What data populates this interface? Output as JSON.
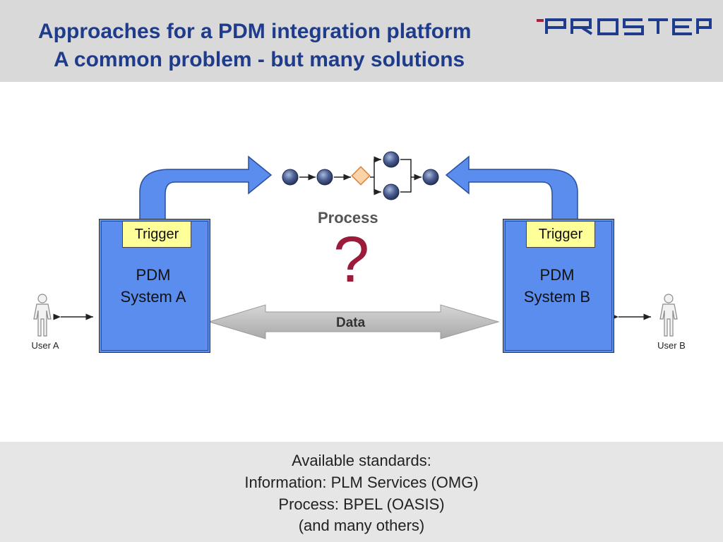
{
  "header": {
    "title_line1": "Approaches for a PDM integration platform",
    "title_line2": "A common problem - but many solutions",
    "logo_text": "PROSTEP"
  },
  "diagram": {
    "process_label": "Process",
    "unknown_mark": "?",
    "data_label": "Data",
    "system_a": {
      "line1": "PDM",
      "line2": "System A",
      "trigger": "Trigger"
    },
    "system_b": {
      "line1": "PDM",
      "line2": "System B",
      "trigger": "Trigger"
    },
    "user_a": "User A",
    "user_b": "User B"
  },
  "footer": {
    "line1": "Available standards:",
    "line2": "Information: PLM Services (OMG)",
    "line3": "Process: BPEL (OASIS)",
    "line4": "(and many others)"
  },
  "colors": {
    "title": "#1f3c8c",
    "system_fill": "#5b8def",
    "trigger_fill": "#ffff99",
    "question_mark": "#9c1a3a",
    "data_arrow": "#c0c0c0"
  }
}
